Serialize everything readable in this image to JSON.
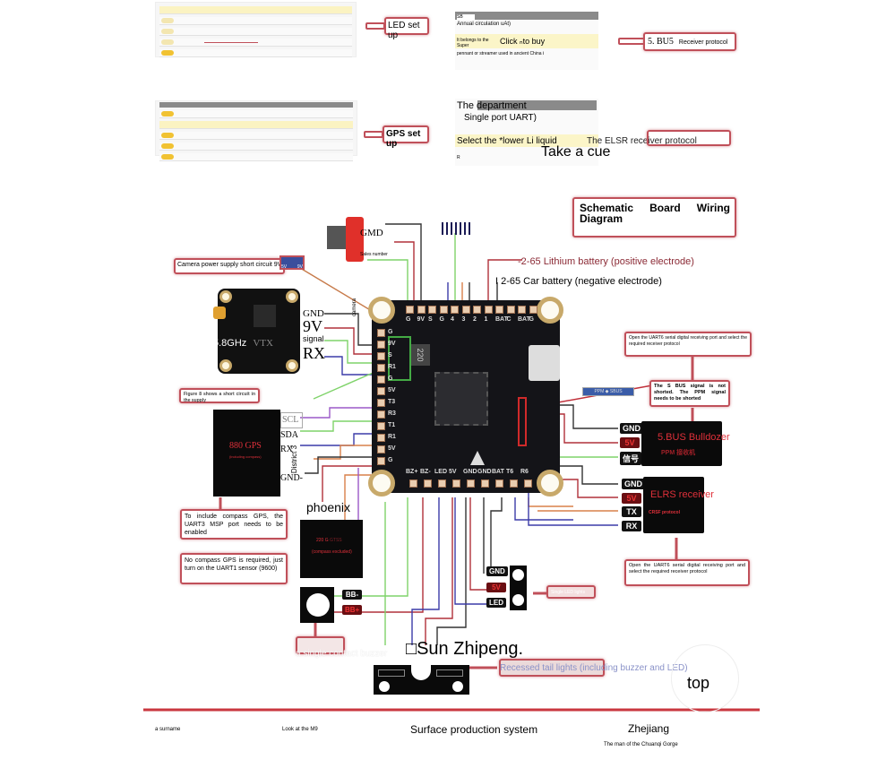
{
  "top_left_panel": {
    "led_callout": "LED set up",
    "gps_callout": "GPS set up"
  },
  "top_right_panel": {
    "header": "SB",
    "line1": "Annual circulation uAt)",
    "line2_small": "It belongs to the Super",
    "line2_big": "Click ₙto buy",
    "line3": "pennant or streamer used in ancient China Ⅰ",
    "bus_callout_prefix": "5. BU5",
    "bus_callout_text": "Receiver protocol",
    "dept_title": "The department",
    "single_port": "Single port UART)",
    "select_text": "Select the *lower Li liquid",
    "elsr_text": "The ELSR receiver protocol",
    "r_marker": "R",
    "take_a_cue": "Take a cue"
  },
  "title_box": {
    "title": "Schematic Board Wiring Diagram"
  },
  "battery": {
    "positive": "-2-65 Lithium battery (positive electrode)",
    "negative": "I 2-65 Car battery (negative electrode)"
  },
  "camera": {
    "callout": "Camera power supply short circuit 9V",
    "gmd_label": "GMD",
    "sales_number": "Sales number",
    "camera_vertical": "camera",
    "jumper_left": "5V",
    "jumper_right": "9V"
  },
  "vtx": {
    "label": "5.8GHz",
    "label2": "VTX",
    "pins": [
      "GND",
      "9V",
      "signal",
      "RX"
    ]
  },
  "board": {
    "top_pads": [
      "G",
      "9V",
      "S",
      "G",
      "4",
      "3",
      "2",
      "1",
      "BAT",
      "C",
      "BAT",
      "G"
    ],
    "left_pads": [
      "G",
      "9V",
      "S",
      "R1",
      "G",
      "5V",
      "T3",
      "R3",
      "T1",
      "R1",
      "5V",
      "G"
    ],
    "bottom_pads": [
      "BZ+",
      "BZ-",
      "LED",
      "5V",
      "GND",
      "GND",
      "BAT",
      "T6",
      "R6"
    ],
    "inductor": "220"
  },
  "sbus_ppm": {
    "jumper_label": "PPM ◆ SBUS",
    "callout": "The S BUS signal is not shorted. The PPM signal needs to be shorted",
    "top_callout": "Open the UART6 serial digital receiving port and select the required receiver protocol"
  },
  "sbus_receiver": {
    "pins": [
      "GND",
      "5V",
      "信号"
    ],
    "title": "5.BUS Bulldozer",
    "subtitle": "PPM 接收机"
  },
  "elrs_receiver": {
    "pins": [
      "GND",
      "5V",
      "TX",
      "RX"
    ],
    "title": "ELRS receiver",
    "subtitle": "CRSF protocol",
    "bottom_callout": "Open the UART6 serial digital receiving port and select the required receiver protocol"
  },
  "gps": {
    "short_callout": "Figure 8 shows a short circuit in the supply",
    "title": "880 GPS",
    "subtitle": "(including compass)",
    "pins": [
      "SCL",
      "SDA",
      "RX",
      "GND-"
    ],
    "district": "District 3",
    "compass_callout": "To include compass GPS, the UART3 MSP port needs to be enabled"
  },
  "phoenix": {
    "label": "phoenix",
    "model": "220 G",
    "model_tag": "GTSS",
    "subtitle": "(compass excluded)",
    "callout": "No compass GPS is required, just turn on the UART1 sensor (9600)"
  },
  "buzzer": {
    "pins": [
      "BB-",
      "BB+"
    ],
    "caption": "a single contact buzzer"
  },
  "led": {
    "pins": [
      "GND",
      "5V",
      "LED"
    ],
    "callout": "Single LED lights"
  },
  "tail": {
    "overlay_text": "□Sun Zhipeng.",
    "callout": "Recessed tail lights (including buzzer and LED)",
    "top_label": "top"
  },
  "footer": {
    "col1": "a surname",
    "col2": "Look at the M9",
    "col3": "Surface production system",
    "col4": "Zhejiang",
    "col4_sub": "The man of the Chuanqi Gorge"
  },
  "colors": {
    "accent_red": "#c0505a",
    "wire_green": "#7fd36a",
    "wire_purple": "#9b59c8",
    "wire_blue": "#3b3ba8",
    "wire_orange": "#d9804a",
    "wire_red": "#b0303a",
    "battery_text": "#8b2a35",
    "footer_rule": "#c9373f"
  }
}
